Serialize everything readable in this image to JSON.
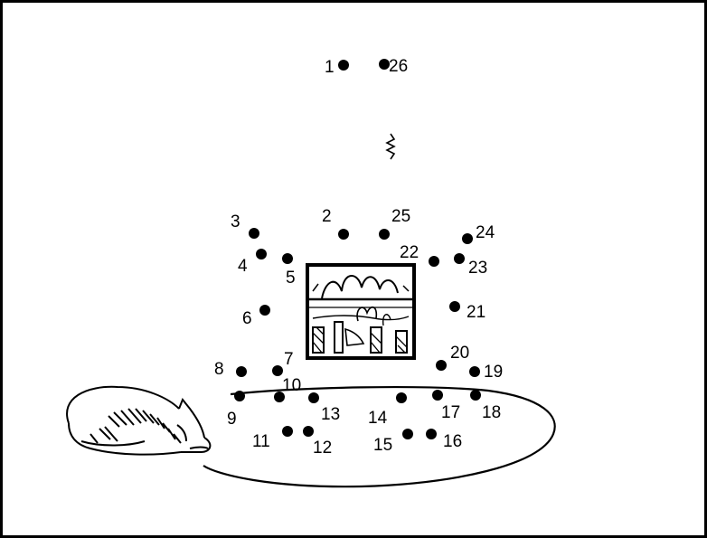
{
  "puzzle": {
    "ink_color": "#000000",
    "background_color": "#ffffff",
    "dots": [
      {
        "label": "1"
      },
      {
        "label": "2"
      },
      {
        "label": "3"
      },
      {
        "label": "4"
      },
      {
        "label": "5"
      },
      {
        "label": "6"
      },
      {
        "label": "7"
      },
      {
        "label": "8"
      },
      {
        "label": "9"
      },
      {
        "label": "10"
      },
      {
        "label": "11"
      },
      {
        "label": "12"
      },
      {
        "label": "13"
      },
      {
        "label": "14"
      },
      {
        "label": "15"
      },
      {
        "label": "16"
      },
      {
        "label": "17"
      },
      {
        "label": "18"
      },
      {
        "label": "19"
      },
      {
        "label": "20"
      },
      {
        "label": "21"
      },
      {
        "label": "22"
      },
      {
        "label": "23"
      },
      {
        "label": "24"
      },
      {
        "label": "25"
      },
      {
        "label": "26"
      }
    ]
  }
}
